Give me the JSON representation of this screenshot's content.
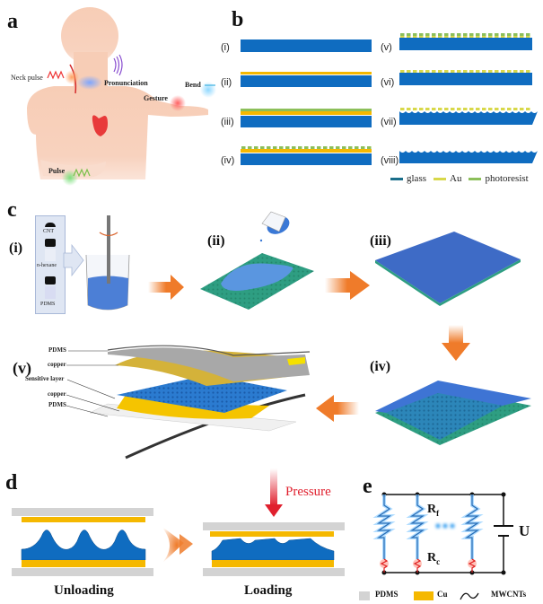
{
  "panels": {
    "a": {
      "letter": "a",
      "labels": {
        "neck_pulse": "Neck pulse",
        "pronunciation": "Pronunciation",
        "gesture": "Gesture",
        "bend": "Bend",
        "pulse": "Pulse"
      }
    },
    "b": {
      "letter": "b",
      "steps": [
        "(i)",
        "(ii)",
        "(iii)",
        "(iv)",
        "(v)",
        "(vi)",
        "(vii)",
        "(viii)"
      ],
      "legend": [
        {
          "label": "glass",
          "color": "#1a6e8a"
        },
        {
          "label": "Au",
          "color": "#d8d84a"
        },
        {
          "label": "photoresist",
          "color": "#8cbf5a"
        }
      ]
    },
    "c": {
      "letter": "c",
      "steps": [
        "(i)",
        "(ii)",
        "(iii)",
        "(iv)",
        "(v)"
      ],
      "materials": [
        "CNT",
        "n-hexane",
        "PDMS"
      ],
      "layer_labels": [
        "PDMS",
        "copper",
        "Sensitive layer",
        "copper",
        "PDMS"
      ]
    },
    "d": {
      "letter": "d",
      "pressure_label": "Pressure",
      "unloading_label": "Unloading",
      "loading_label": "Loading"
    },
    "e": {
      "letter": "e",
      "rf_label": "R",
      "rf_sub": "f",
      "rc_label": "R",
      "rc_sub": "c",
      "voltage_label": "U",
      "legend": [
        {
          "label": "PDMS",
          "color": "#d3d3d3"
        },
        {
          "label": "Cu",
          "color": "#f5b800"
        },
        {
          "label": "MWCNTs",
          "color": "#111111"
        }
      ]
    }
  },
  "colors": {
    "skin": "#f7cdb6",
    "substrate_blue": "#0f6cc0",
    "gold": "#f5b800",
    "arrow_orange": "#ef7b2a",
    "pressure_red": "#e0202e",
    "mold_green": "#2e9e82",
    "pdms_gray": "#d3d3d3"
  }
}
